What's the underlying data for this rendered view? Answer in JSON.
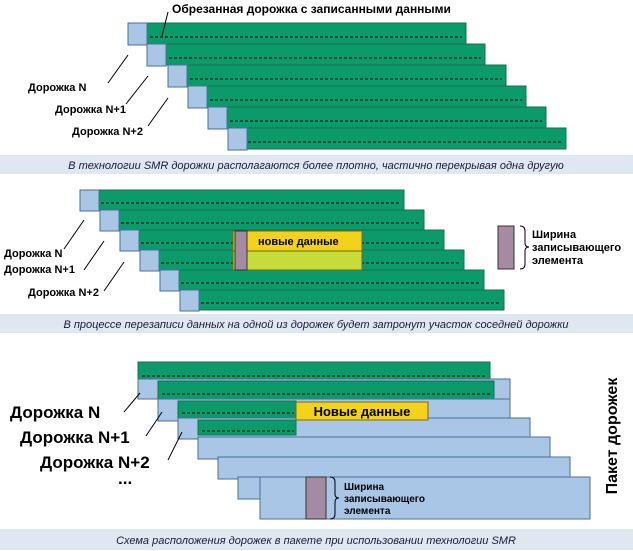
{
  "colors": {
    "track_green": "#0b9a6a",
    "track_edge": "#1d6e4e",
    "track_blue": "#a9c6e6",
    "track_blue_edge": "#4a6e98",
    "new_data": "#f2d21c",
    "new_data_lower": "#c6dc3a",
    "write_element": "#a58ba2",
    "caption_band": "#dfe7f1"
  },
  "panel1": {
    "title": "Обрезанная дорожка с записанными данными",
    "track_labels": [
      "Дорожка N",
      "Дорожка N+1",
      "Дорожка N+2"
    ],
    "caption": "В технологии SMR дорожки располагаются более плотно, частично перекрывая одна другую"
  },
  "panel2": {
    "track_labels": [
      "Дорожка N",
      "Дорожка N+1",
      "Дорожка N+2"
    ],
    "new_data_label": "новые данные",
    "legend_label": [
      "Ширина",
      "записывающего",
      "элемента"
    ],
    "caption": "В процессе перезаписи данных на одной из дорожек будет затронут участок соседней дорожки"
  },
  "panel3": {
    "track_labels": [
      "Дорожка N",
      "Дорожка N+1",
      "Дорожка N+2"
    ],
    "ellipsis": "...",
    "new_data_label": "Новые данные",
    "write_label": [
      "Ширина",
      "записывающего",
      "элемента"
    ],
    "band_label": "Пакет дорожек",
    "caption": "Схема расположения дорожек в пакете при использовании технологии SMR"
  }
}
